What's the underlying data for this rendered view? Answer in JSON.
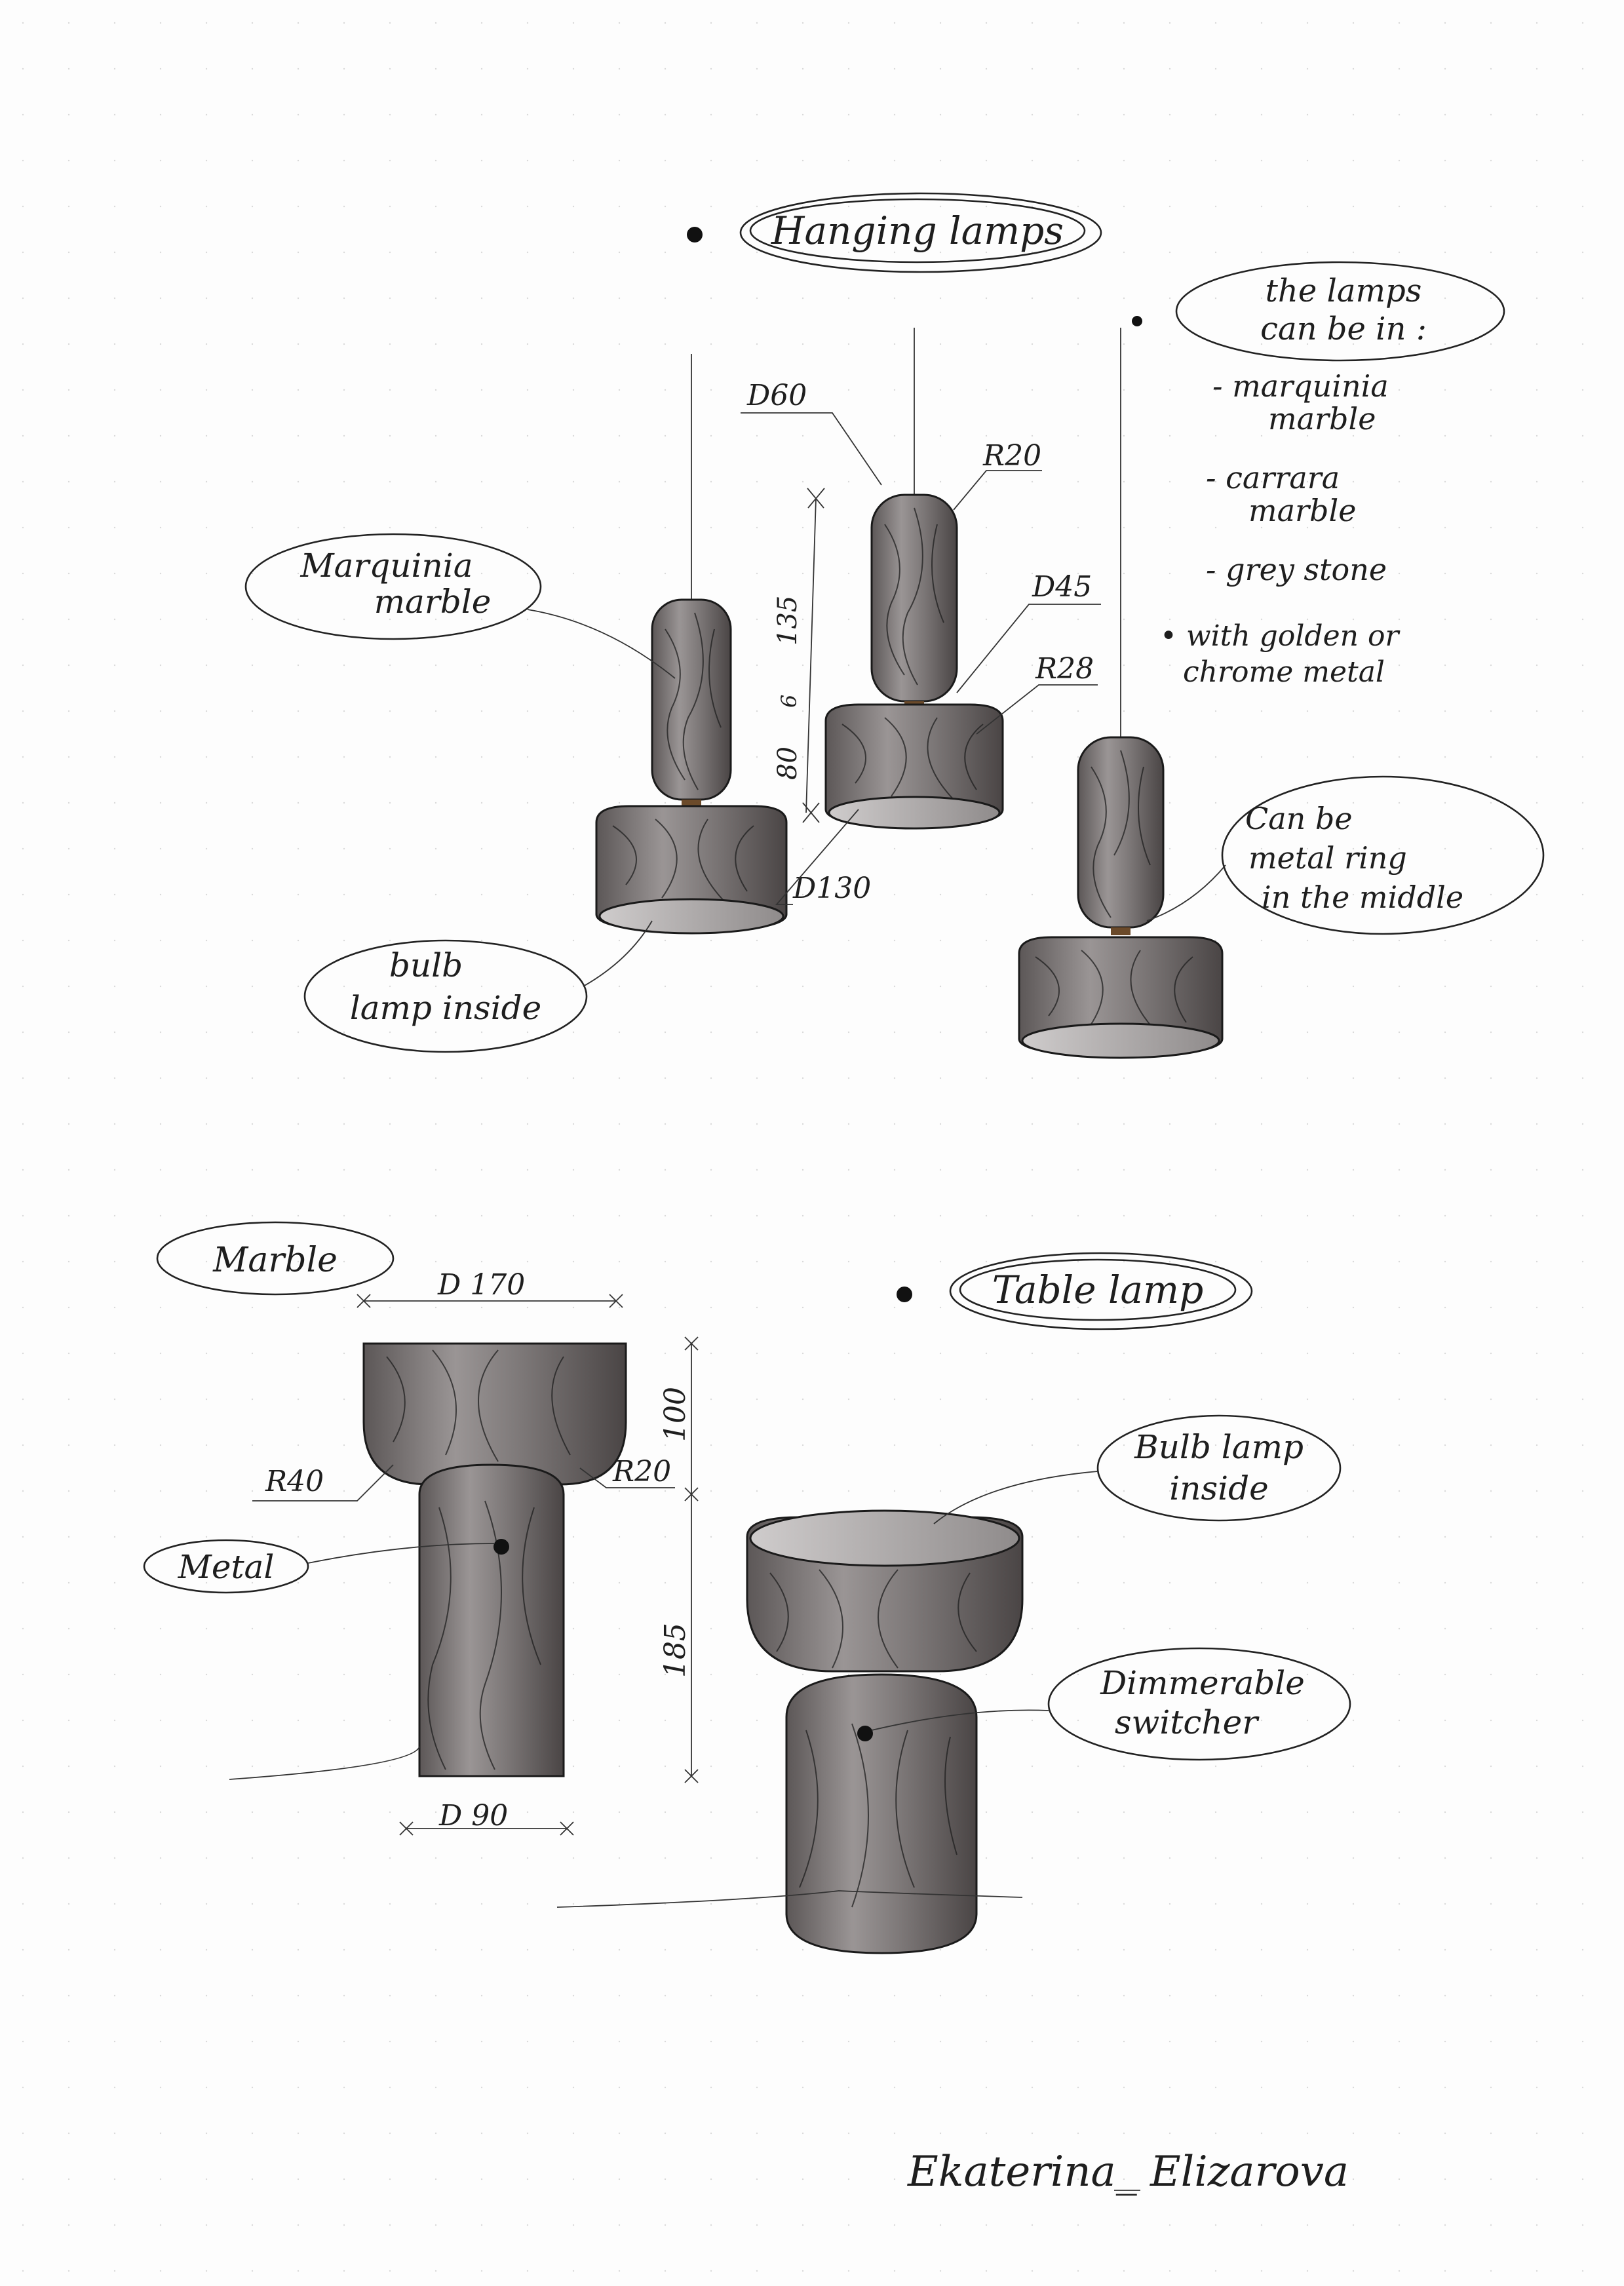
{
  "hanging": {
    "title": "Hanging lamps",
    "labels": {
      "marble": "Marquinia marble",
      "bulb": "bulb lamp inside",
      "metal_ring": "Can be metal ring in the middle"
    },
    "dims": {
      "d60": "D60",
      "r20": "R20",
      "d45": "D45",
      "r28": "R28",
      "h135": "135",
      "h6": "6",
      "h80": "80",
      "d130": "D130"
    },
    "materials": {
      "heading": "the lamps can be in :",
      "items": [
        "- marquinia marble",
        "- carrara marble",
        "- grey stone"
      ],
      "note": "• with golden or chrome metal"
    }
  },
  "table": {
    "title": "Table lamp",
    "labels": {
      "marble": "Marble",
      "metal": "Metal",
      "bulb": "Bulb lamp inside",
      "switcher": "Dimmerable switcher"
    },
    "dims": {
      "d170": "D 170",
      "r40": "R40",
      "r20": "R20",
      "h100": "100",
      "h185": "185",
      "d90": "D 90"
    }
  },
  "signature": "Ekaterina_ Elizarova",
  "colors": {
    "ink": "#1e1e1e",
    "wood_shade": "#8a8585",
    "paper": "#fdfdfd"
  }
}
